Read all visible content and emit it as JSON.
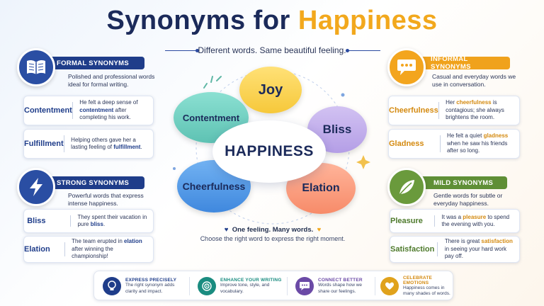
{
  "title": {
    "main": "Synonyms for ",
    "highlight": "Happiness"
  },
  "subtitle": "Different words. Same beautiful feeling.",
  "formal": {
    "heading": "FORMAL SYNONYMS",
    "description": "Polished and professional words ideal for formal writing.",
    "icon": "book-icon",
    "cards": [
      {
        "word": "Contentment",
        "pre": "He felt a deep sense of ",
        "hl": "contentment",
        "post": " after completing his work."
      },
      {
        "word": "Fulfillment",
        "pre": "Helping others gave her a lasting feeling of ",
        "hl": "fulfillment",
        "post": "."
      }
    ]
  },
  "strong": {
    "heading": "STRONG SYNONYMS",
    "description": "Powerful words that express intense happiness.",
    "icon": "lightning-icon",
    "cards": [
      {
        "word": "Bliss",
        "pre": "They spent their vacation in pure ",
        "hl": "bliss",
        "post": "."
      },
      {
        "word": "Elation",
        "pre": "The team erupted in ",
        "hl": "elation",
        "post": " after winning the championship!"
      }
    ]
  },
  "informal": {
    "heading": "INFORMAL SYNONYMS",
    "description": "Casual and everyday words we use in conversation.",
    "icon": "chat-bubble-icon",
    "cards": [
      {
        "word": "Cheerfulness",
        "pre": "Her ",
        "hl": "cheerfulness",
        "post": " is contagious; she always brightens the room."
      },
      {
        "word": "Gladness",
        "pre": "He felt a quiet ",
        "hl": "gladness",
        "post": " when he saw his friends after so long."
      }
    ]
  },
  "mild": {
    "heading": "MILD SYNONYMS",
    "description": "Gentle words for subtle or everyday happiness.",
    "icon": "leaf-icon",
    "cards": [
      {
        "word": "Pleasure",
        "pre": "It was a ",
        "hl": "pleasure",
        "post": " to spend the evening with you."
      },
      {
        "word": "Satisfaction",
        "pre": "There is great ",
        "hl": "satisfaction",
        "post": " in seeing your hard work pay off."
      }
    ]
  },
  "center": {
    "main": "HAPPINESS",
    "bubbles": {
      "joy": "Joy",
      "contentment": "Contentment",
      "bliss": "Bliss",
      "cheerfulness": "Cheerfulness",
      "elation": "Elation"
    },
    "tagline": "One feeling. Many words.",
    "tagline2": "Choose the right word to express the right moment."
  },
  "footer": [
    {
      "title": "EXPRESS PRECISELY",
      "desc": "The right synonym adds clarity and impact.",
      "icon": "lightbulb-icon",
      "color": "#1f3d8a"
    },
    {
      "title": "ENHANCE YOUR WRITING",
      "desc": "Improve tone, style, and vocabulary.",
      "icon": "target-icon",
      "color": "#1a8c80"
    },
    {
      "title": "CONNECT BETTER",
      "desc": "Words shape how we share our feelings.",
      "icon": "chat-icon",
      "color": "#6b4aa6"
    },
    {
      "title": "CELEBRATE EMOTIONS",
      "desc": "Happiness comes in many shades of words.",
      "icon": "smile-heart-icon",
      "color": "#e0a21c"
    }
  ],
  "colors": {
    "navy": "#1b2a5a",
    "accent": "#f2a81d",
    "formal": "#1f3d8a",
    "informal": "#f0a21c",
    "mild": "#5f8f36"
  }
}
